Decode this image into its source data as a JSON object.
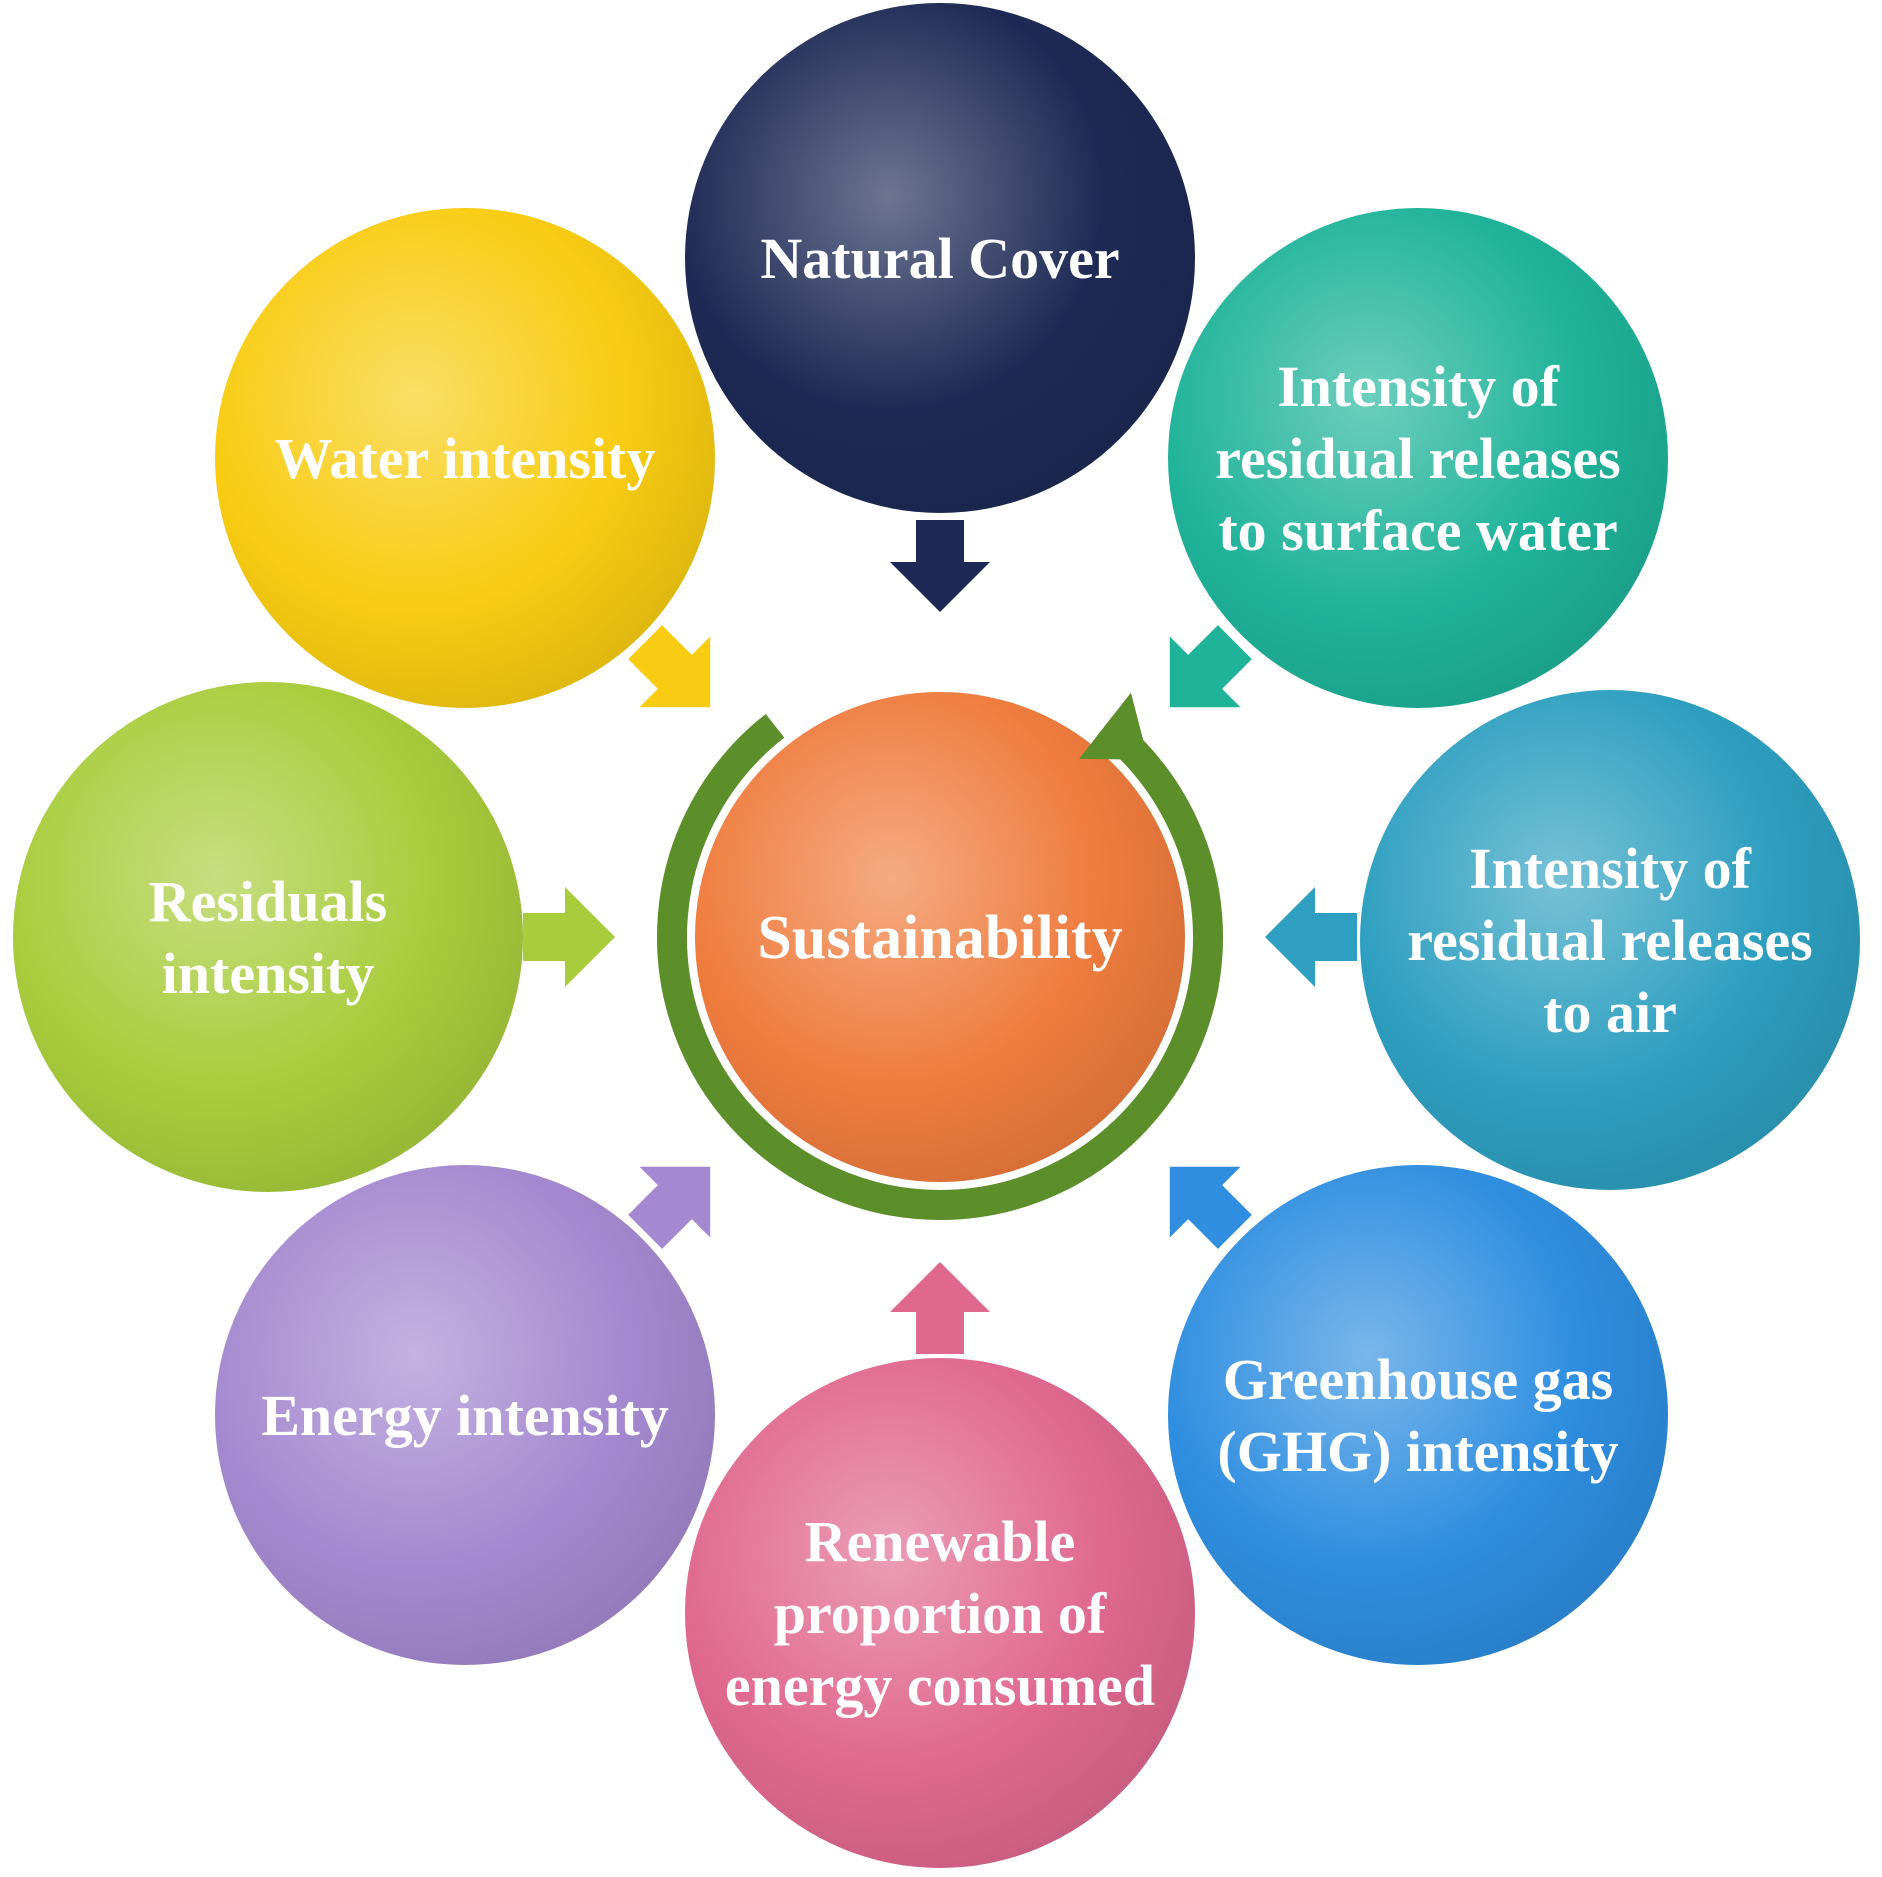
{
  "center": {
    "label": "Sustainability",
    "color": "#ef7c3e"
  },
  "cycle_color": "#5c8f2a",
  "nodes": [
    {
      "id": "natural-cover",
      "lines": [
        "Natural Cover"
      ],
      "color": "#1e2a55"
    },
    {
      "id": "surface-water",
      "lines": [
        "Intensity of",
        "residual releases",
        "to surface water"
      ],
      "color": "#1fb39a"
    },
    {
      "id": "air",
      "lines": [
        "Intensity of",
        "residual releases",
        "to air"
      ],
      "color": "#2e9fc0"
    },
    {
      "id": "ghg",
      "lines": [
        "Greenhouse gas",
        "(GHG) intensity"
      ],
      "color": "#2f8ee0"
    },
    {
      "id": "renewable",
      "lines": [
        "Renewable",
        "proportion of",
        "energy consumed"
      ],
      "color": "#e0688f"
    },
    {
      "id": "energy",
      "lines": [
        "Energy intensity"
      ],
      "color": "#a489d0"
    },
    {
      "id": "residuals",
      "lines": [
        "Residuals",
        "intensity"
      ],
      "color": "#a9cc3c"
    },
    {
      "id": "water",
      "lines": [
        "Water intensity"
      ],
      "color": "#f8cc12"
    }
  ]
}
